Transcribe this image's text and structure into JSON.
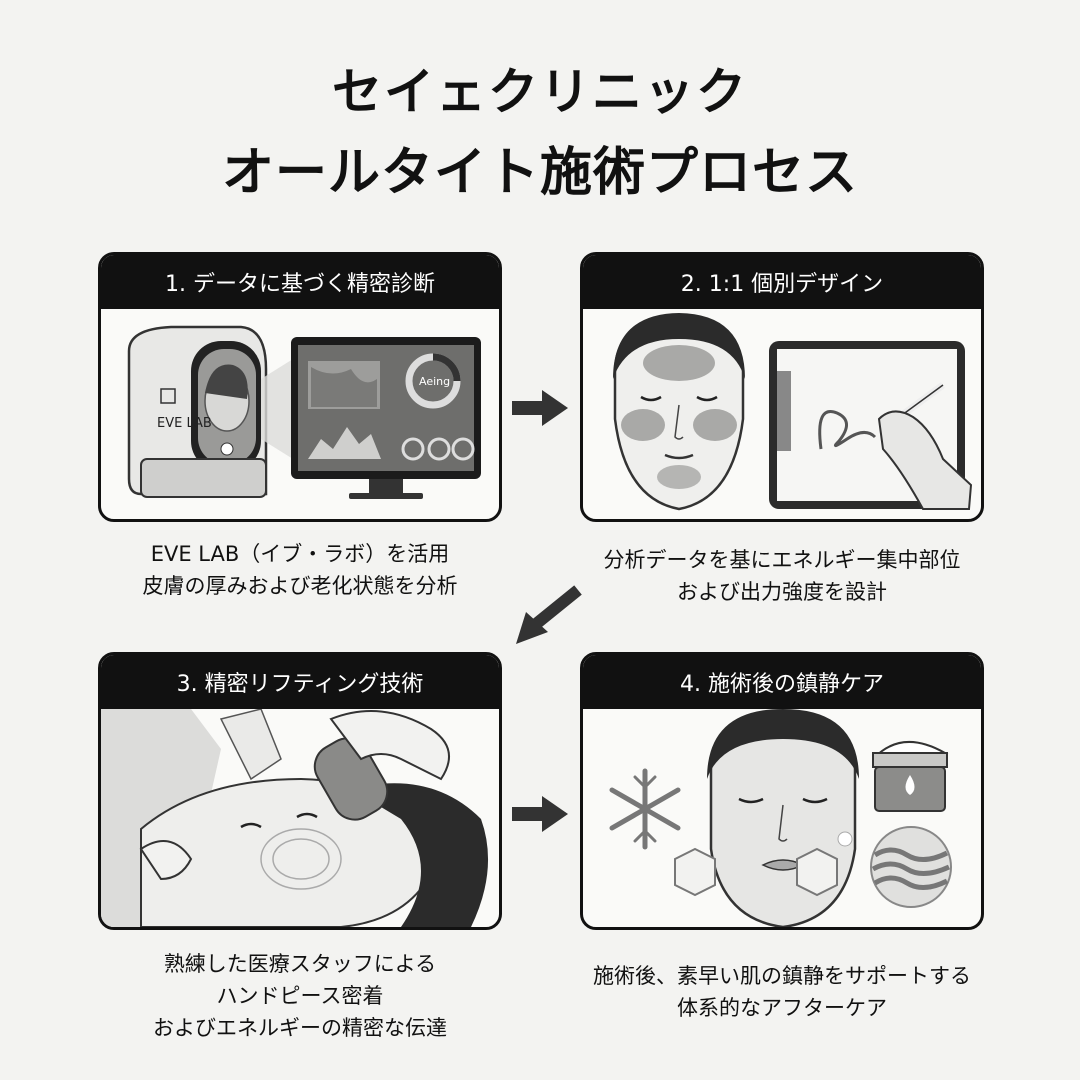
{
  "title": {
    "line1": "セイェクリニック",
    "line2": "オールタイト施術プロセス"
  },
  "steps": [
    {
      "header": "1. データに基づく精密診断",
      "device_label": "EVE LAB",
      "screen_label": "Aeing",
      "caption": [
        "EVE LAB（イブ・ラボ）を活用",
        "皮膚の厚みおよび老化状態を分析"
      ]
    },
    {
      "header": "2. 1:1 個別デザイン",
      "caption": [
        "分析データを基にエネルギー集中部位",
        "および出力強度を設計"
      ]
    },
    {
      "header": "3. 精密リフティング技術",
      "caption": [
        "熟練した医療スタッフによる",
        "ハンドピース密着",
        "およびエネルギーの精密な伝達"
      ]
    },
    {
      "header": "4. 施術後の鎮静ケア",
      "caption": [
        "施術後、素早い肌の鎮静をサポートする",
        "体系的なアフターケア"
      ]
    }
  ],
  "icons": [
    "snowflake-icon",
    "cream-jar-icon",
    "wave-icon",
    "ice-cube-icon",
    "arrow-right-icon",
    "arrow-down-left-icon"
  ]
}
